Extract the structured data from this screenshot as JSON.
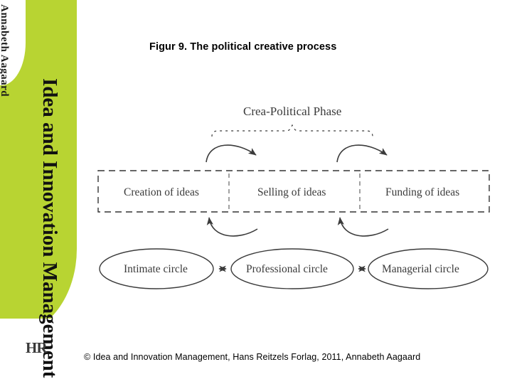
{
  "sidebar": {
    "author": "Annabeth Aagaard",
    "title": "Idea and Innovation Management",
    "logo": "HR"
  },
  "figure": {
    "title": "Figur 9. The political creative process",
    "phase_label": "Crea-Political Phase",
    "boxes": [
      {
        "label": "Creation of ideas"
      },
      {
        "label": "Selling of ideas"
      },
      {
        "label": "Funding of ideas"
      }
    ],
    "circles": [
      {
        "label": "Intimate circle"
      },
      {
        "label": "Professional circle"
      },
      {
        "label": "Managerial circle"
      }
    ]
  },
  "footer": {
    "copyright": "© Idea and Innovation Management, Hans Reitzels Forlag, 2011, Annabeth Aagaard"
  },
  "colors": {
    "sidebar_green": "#b8d432",
    "diagram_stroke": "#3b3b3b",
    "text": "#000000"
  }
}
